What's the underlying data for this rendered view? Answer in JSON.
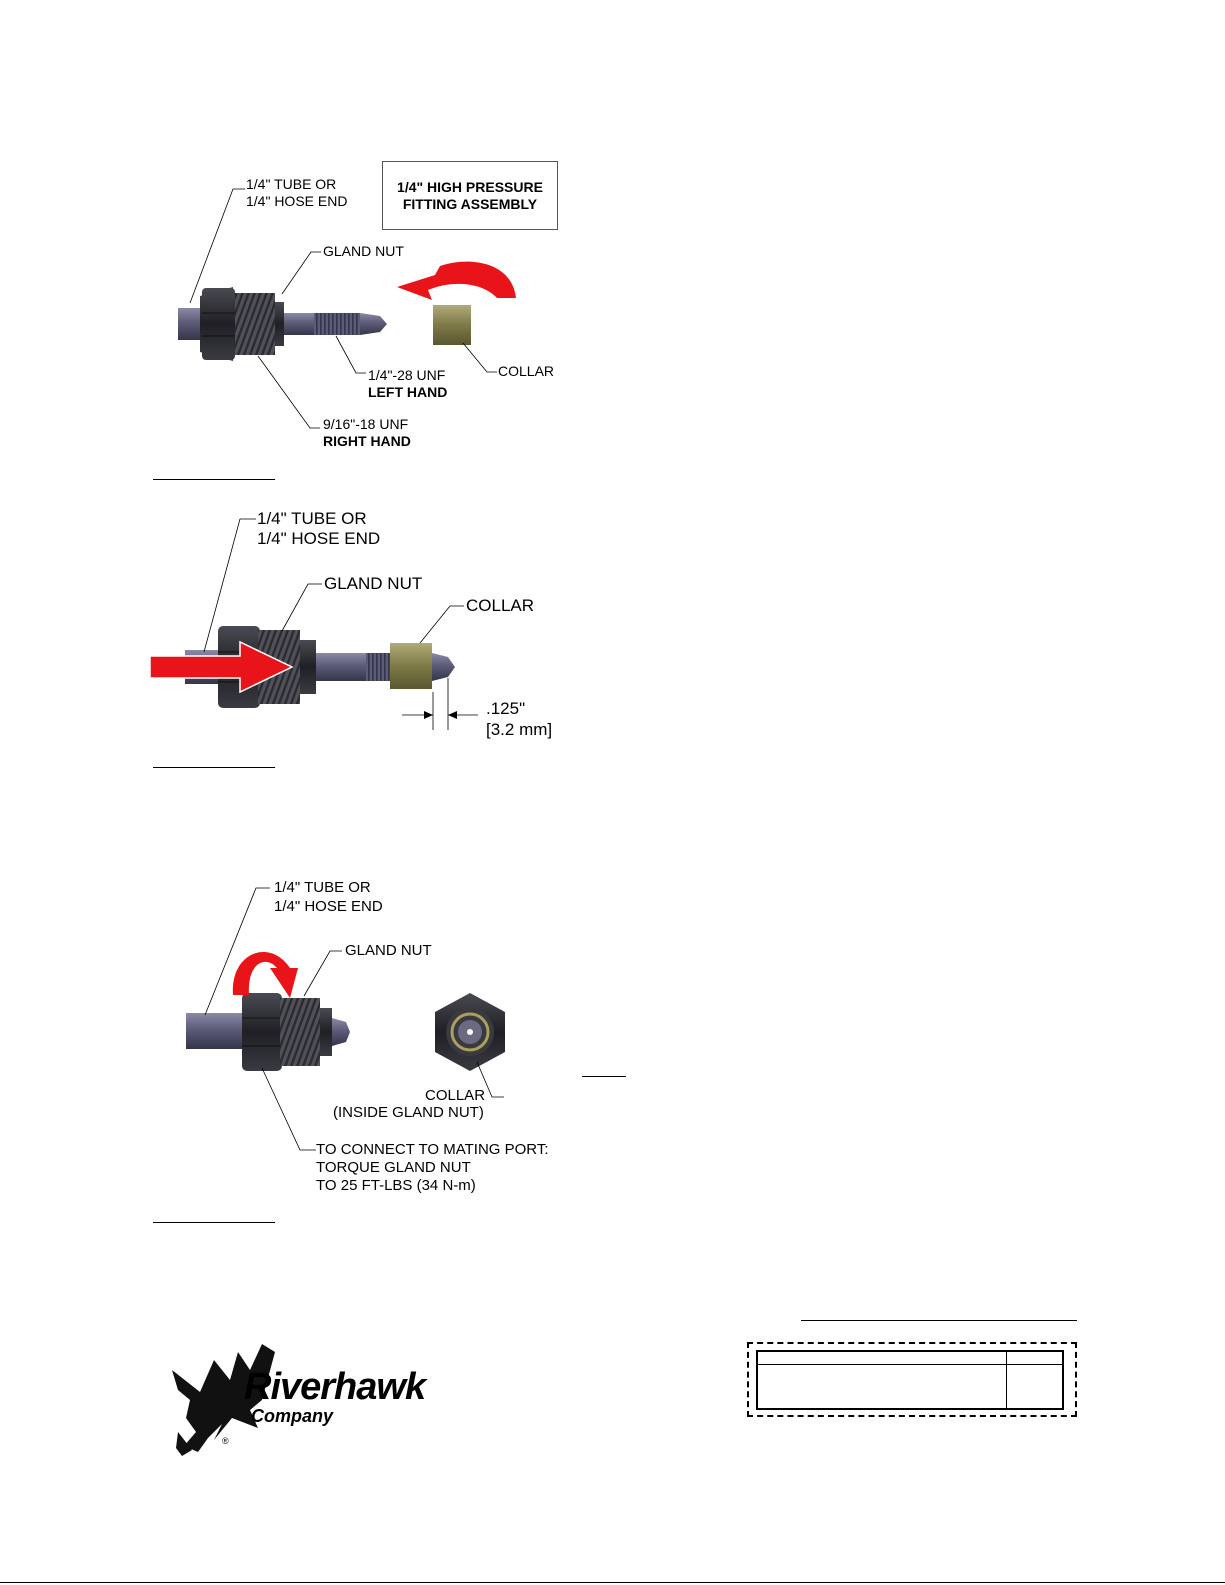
{
  "fig1": {
    "tube_label_1": "1/4\" TUBE OR",
    "tube_label_2": "1/4\" HOSE END",
    "title_1": "1/4\" HIGH PRESSURE",
    "title_2": "FITTING ASSEMBLY",
    "gland_nut": "GLAND NUT",
    "collar": "COLLAR",
    "thread_small_1": "1/4\"-28 UNF",
    "thread_small_2": "LEFT HAND",
    "thread_large_1": "9/16\"-18 UNF",
    "thread_large_2": "RIGHT HAND"
  },
  "fig2": {
    "tube_label_1": "1/4\" TUBE OR",
    "tube_label_2": "1/4\" HOSE END",
    "gland_nut": "GLAND NUT",
    "collar": "COLLAR",
    "dim_1": ".125\"",
    "dim_2": "[3.2 mm]"
  },
  "fig3": {
    "tube_label_1": "1/4\" TUBE OR",
    "tube_label_2": "1/4\" HOSE END",
    "gland_nut": "GLAND NUT",
    "collar_1": "COLLAR",
    "collar_2": "(INSIDE GLAND NUT)",
    "torque_1": "TO CONNECT TO MATING PORT:",
    "torque_2": "TORQUE GLAND NUT",
    "torque_3": "TO 25 FT-LBS (34 N-m)"
  },
  "logo": {
    "name": "Riverhawk",
    "sub": "Company",
    "reg": "®"
  },
  "colors": {
    "arrow_red": "#e8141a",
    "metal_dark": "#2a2a33",
    "tube": "#5c5c78",
    "collar_brass": "#8a8550"
  },
  "icons": [
    "rotation-arrow-icon",
    "push-arrow-icon",
    "eagle-logo-icon"
  ]
}
